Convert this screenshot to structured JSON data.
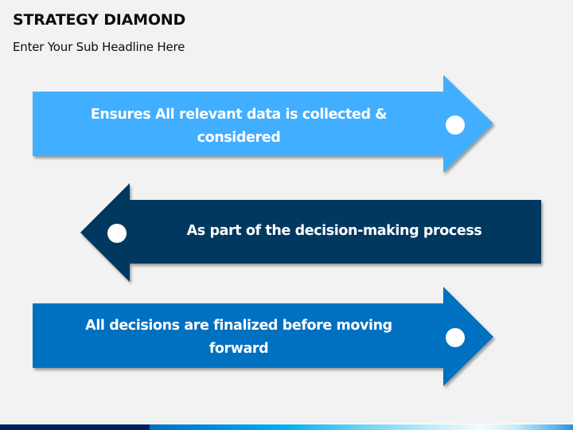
{
  "slide": {
    "title": "STRATEGY DIAMOND",
    "subtitle": "Enter Your Sub Headline Here"
  },
  "arrows": [
    {
      "direction": "right",
      "color": "#42AEFF",
      "line1": "Ensures All relevant data is collected &",
      "line2": "considered"
    },
    {
      "direction": "left",
      "color": "#003860",
      "line1": "As part of the decision-making process"
    },
    {
      "direction": "right",
      "color": "#0070C0",
      "line1": "All decisions are finalized before moving",
      "line2": "forward"
    }
  ],
  "footer_bar": {
    "colors": [
      "#002060",
      "#0070C0",
      "#00B0F0",
      "#F7FBFD",
      "#2D8FDC"
    ]
  }
}
